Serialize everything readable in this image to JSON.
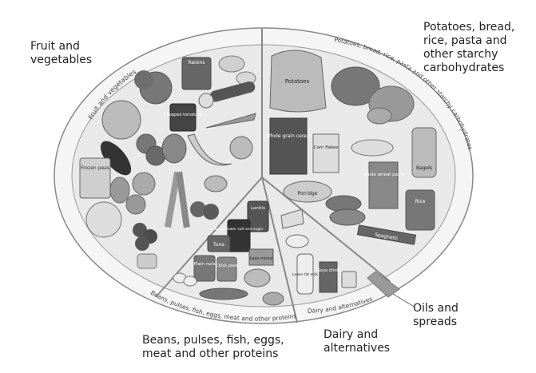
{
  "sections": {
    "fruit_veg": {
      "label_lines": [
        "Fruit and",
        "vegetables"
      ],
      "rim_text": "Fruit and vegetables"
    },
    "starchy": {
      "label_lines": [
        "Potatoes, bread,",
        "rice, pasta and",
        "other starchy",
        "carbohydrates"
      ],
      "rim_text": "Potatoes, bread, rice, pasta and other starchy carbohydrates"
    },
    "proteins": {
      "label_lines": [
        "Beans, pulses, fish, eggs,",
        "meat and other proteins"
      ],
      "rim_text": "Beans, pulses, fish, eggs, meat and other proteins"
    },
    "dairy": {
      "label_lines": [
        "Dairy and",
        "alternatives"
      ],
      "rim_text": "Dairy and alternatives"
    },
    "oils": {
      "label_lines": [
        "Oils and",
        "spreads"
      ]
    }
  },
  "food_labels": {
    "raisins": "Raisins",
    "chopped_tomatoes": "Chopped tomatoes",
    "frozen_peas": "Frozen peas",
    "potatoes": "Potatoes",
    "wholegrain_cereal": "Whole grain cereal",
    "corn_flakes": "Corn flakes",
    "porridge": "Porridge",
    "wholewheat_pasta": "Whole wheat pasta",
    "bagels": "Bagels",
    "rice": "Rice",
    "spaghetti": "Spaghetti",
    "lentils": "Lentils",
    "beans": "Beans lower salt and sugar",
    "tuna": "Tuna",
    "lean_mince": "Lean mince",
    "plain_nuts": "Plain nuts",
    "chick_peas": "Chick peas",
    "soya_drink": "Soya drink",
    "lower_fat_milk": "Lower fat milk"
  },
  "colors": {
    "plate_fill": "#e8e8e8",
    "rim_fill": "#f5f5f5",
    "stroke": "#888888",
    "food_dark": "#6b6b6b",
    "food_mid": "#9a9a9a",
    "food_light": "#cfcfcf"
  }
}
